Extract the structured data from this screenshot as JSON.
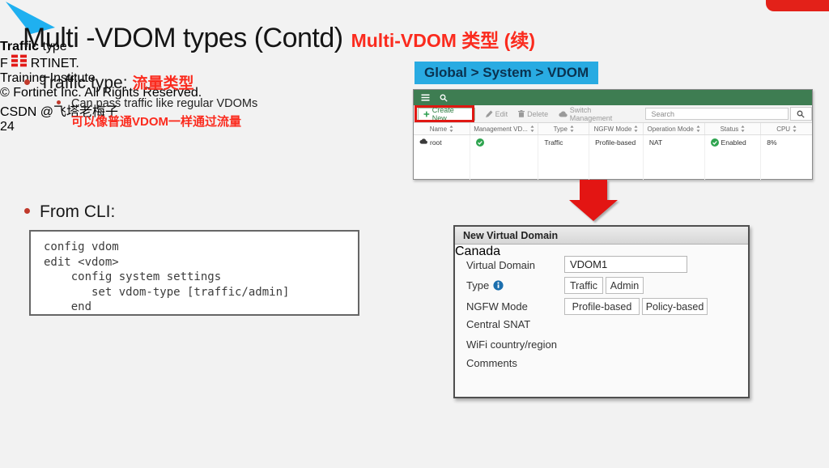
{
  "slide": {
    "title": "Multi -VDOM types (Contd)",
    "title_cn": "Multi-VDOM 类型 (续)",
    "traffic_bullet": {
      "label": "Traffic type:",
      "label_cn": "流量类型",
      "sub_en": "Can pass traffic like regular VDOMs",
      "sub_cn": "可以像普通VDOM一样通过流量"
    },
    "cli_bullet": "From CLI:",
    "cli_lines": [
      "config vdom",
      "edit <vdom>",
      "    config system settings",
      "       set vdom-type [traffic/admin]",
      "    end"
    ],
    "breadcrumb": "Global > System > VDOM"
  },
  "vdom_table": {
    "toolbar": {
      "create_new": "Create New",
      "edit": "Edit",
      "delete": "Delete",
      "switch_management": "Switch Management",
      "search_placeholder": "Search"
    },
    "columns": [
      "Name",
      "Management VD...",
      "Type",
      "NGFW Mode",
      "Operation Mode",
      "Status",
      "CPU"
    ],
    "row": {
      "name": "root",
      "type": "Traffic",
      "ngfw_mode": "Profile-based",
      "operation_mode": "NAT",
      "status": "Enabled",
      "cpu": "8%"
    }
  },
  "dialog": {
    "title": "New Virtual Domain",
    "virtual_domain": {
      "label": "Virtual Domain",
      "value": "VDOM1"
    },
    "type": {
      "label": "Type",
      "options": [
        "Traffic",
        "Admin"
      ],
      "selected": "Traffic"
    },
    "ngfw_mode": {
      "label": "NGFW Mode",
      "options": [
        "Profile-based",
        "Policy-based"
      ],
      "selected": "Profile-based"
    },
    "central_snat": {
      "label": "Central SNAT",
      "enabled": false
    },
    "wifi": {
      "label": "WiFi country/region",
      "value": "Canada"
    },
    "comments": {
      "label": "Comments",
      "value": ""
    },
    "callout": {
      "bold": "Traffic",
      "rest": " type"
    }
  },
  "footer": {
    "logo_line1_prefix": "F",
    "logo_line1_suffix": "RTINET.",
    "logo_line2": "Training Institute",
    "copyright": "© Fortinet Inc. All Rights Reserved.",
    "watermark": "CSDN @飞塔老梅子",
    "page_number": "24"
  },
  "colors": {
    "accent_red": "#e32119",
    "text_red": "#fb2b1e",
    "fortigate_green_bar": "#3e7d52",
    "button_green": "#4c9a60",
    "breadcrumb_blue": "#29abe2",
    "callout_blue": "#1fb0f0",
    "status_green": "#2ea44f"
  }
}
